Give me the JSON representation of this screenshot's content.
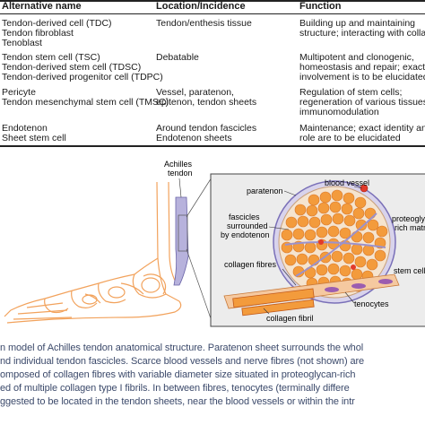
{
  "table": {
    "headers": [
      "Alternative name",
      "Location/Incidence",
      "Function"
    ],
    "rows": [
      {
        "names": [
          "Tendon-derived cell (TDC)",
          "Tendon fibroblast",
          "Tenoblast"
        ],
        "location": [
          "Tendon/enthesis tissue"
        ],
        "function": [
          "Building up and maintaining",
          "structure; interacting with colla"
        ]
      },
      {
        "names": [
          "Tendon stem cell (TSC)",
          "Tendon-derived stem cell (TDSC)",
          "Tendon-derived progenitor cell (TDPC)"
        ],
        "location": [
          "Debatable"
        ],
        "function": [
          "Multipotent and clonogenic,",
          "homeostasis and repair; exact",
          "involvement is to be elucidated"
        ]
      },
      {
        "names": [
          "Pericyte",
          "Tendon mesenchymal stem cell (TMSC)"
        ],
        "location": [
          "Vessel, paratenon,",
          "epitenon, tendon sheets"
        ],
        "function": [
          "Regulation of stem cells;",
          "regeneration of various tissues;",
          "immunomodulation"
        ]
      },
      {
        "names": [
          "Endotenon",
          "Sheet stem cell"
        ],
        "location": [
          "Around tendon fascicles",
          "Endotenon sheets"
        ],
        "function": [
          "Maintenance; exact identity an",
          "role are to be elucidated"
        ]
      }
    ]
  },
  "figure": {
    "achilles_label": [
      "Achilles",
      "tendon"
    ],
    "paratenon": "paratenon",
    "blood_vessel": "blood vessel",
    "fascicles": [
      "fascicles",
      "surrounded",
      "by endotenon"
    ],
    "proteoglycan": [
      "proteoglycan-",
      "rich matr"
    ],
    "collagen_fibres": "collagen fibres",
    "stem_cell": "stem cell",
    "tenocytes": "tenocytes",
    "collagen_fibril": "collagen fibril",
    "colors": {
      "bone_outline": "#f2a25c",
      "tendon": "#b7b2dc",
      "fascicle": "#f39b3c",
      "fascicle_edge": "#d9772a",
      "vessel": "#e23a2a",
      "background": "#ececec"
    }
  },
  "caption": [
    "n model of Achilles tendon anatomical structure. Paratenon sheet surrounds the whol",
    "nd individual tendon fascicles. Scarce blood vessels and nerve fibres (not shown) are",
    "omposed of collagen fibres with variable diameter size situated in proteoglycan-rich",
    "ed of multiple collagen type I fibrils. In between fibres, tenocytes (terminally differe",
    "ggested to be located in the tendon sheets, near the blood vessels or within the intr"
  ]
}
